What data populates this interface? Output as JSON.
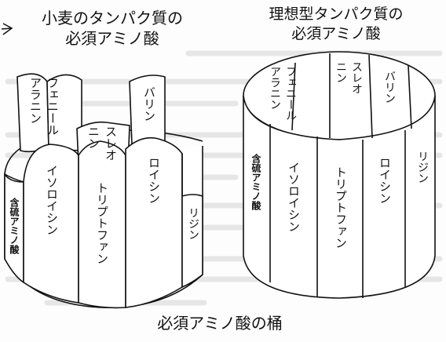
{
  "left_barrel": {
    "title_line1": "小麦のタンパク質の",
    "title_line2": "必須アミノ酸",
    "staves": [
      "フェニール\nアラニン",
      "スレオ\nニン",
      "バリン",
      "イソロイシン",
      "トリプトファン",
      "ロイシン",
      "リジン",
      "含硫アミノ酸"
    ]
  },
  "right_barrel": {
    "title_line1": "理想型タンパク質の",
    "title_line2": "必須アミノ酸",
    "staves": [
      "フェニール\nアラニン",
      "スレオ\nニン",
      "バリン",
      "含硫アミノ酸",
      "イソロイシン",
      "トリプトファン",
      "ロイシン",
      "リジン"
    ]
  },
  "caption": "必須アミノ酸の桶",
  "colors": {
    "ink": "#111111",
    "paper": "#ffffff",
    "bleed": "#c8c8c8"
  },
  "icons": {
    "corner_mark": "arrow-mark-icon"
  }
}
